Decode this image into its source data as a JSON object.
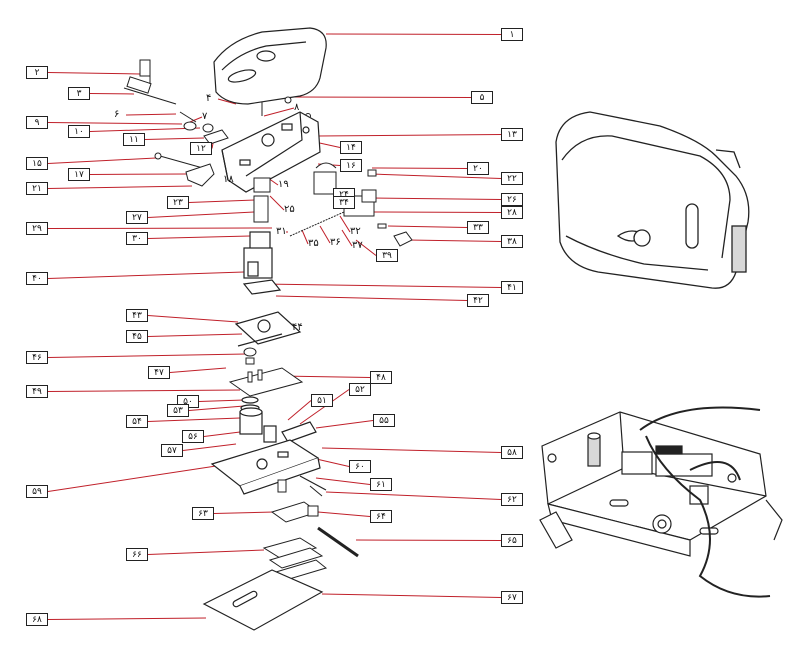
{
  "diagram": {
    "part_numbers": [
      "۱",
      "۲",
      "۳",
      "۴",
      "۵",
      "۶",
      "۷",
      "۸",
      "۹",
      "۱۰",
      "۱۱",
      "۱۲",
      "۱۳",
      "۱۴",
      "۱۵",
      "۱۶",
      "۱۷",
      "۱۸",
      "۱۹",
      "۲۰",
      "۲۱",
      "۲۲",
      "۲۳",
      "۲۴",
      "۲۵",
      "۲۶",
      "۲۷",
      "۲۸",
      "۲۹",
      "۳۰",
      "۳۱",
      "۳۲",
      "۳۳",
      "۳۴",
      "۳۵",
      "۳۶",
      "۳۷",
      "۳۸",
      "۳۹",
      "۴۰",
      "۴۱",
      "۴۲",
      "۴۳",
      "۴۴",
      "۴۵",
      "۴۶",
      "۴۷",
      "۴۸",
      "۴۹",
      "۵۰",
      "۵۱",
      "۵۲",
      "۵۳",
      "۵۴",
      "۵۵",
      "۵۶",
      "۵۷",
      "۵۸",
      "۵۹",
      "۶۰",
      "۶۱",
      "۶۲",
      "۶۳",
      "۶۴",
      "۶۵",
      "۶۶",
      "۶۷",
      "۶۸"
    ],
    "colors": {
      "leader": "#c0202a",
      "ink": "#222222",
      "shade": "#d8d8d8"
    }
  }
}
